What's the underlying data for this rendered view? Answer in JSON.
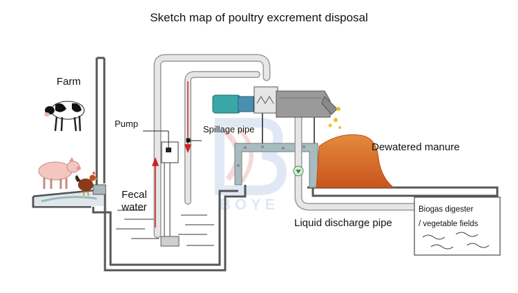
{
  "title": "Sketch map of poultry excrement disposal",
  "labels": {
    "farm": "Farm",
    "pump": "Pump",
    "spillage_pipe": "Spillage pipe",
    "dewatered_manure": "Dewatered manure",
    "fecal_water_line1": "Fecal",
    "fecal_water_line2": "water",
    "liquid_discharge_pipe": "Liquid discharge pipe",
    "biogas_line1": "Biogas digester",
    "biogas_line2": "/ vegetable fields"
  },
  "watermark": "BOYE",
  "colors": {
    "wall": "#555555",
    "pipe": "#d8d8d8",
    "flow_arrow": "#cc2222",
    "motor": "#3aa6a6",
    "separator": "#8a8a8a",
    "manure": "#d2692a",
    "concrete": "#a8bcc0",
    "watermark": "#c8d6ec"
  },
  "icons": [
    "cow-icon",
    "pig-icon",
    "chicken-icon",
    "separator-machine-icon",
    "motor-icon",
    "valve-icon"
  ]
}
